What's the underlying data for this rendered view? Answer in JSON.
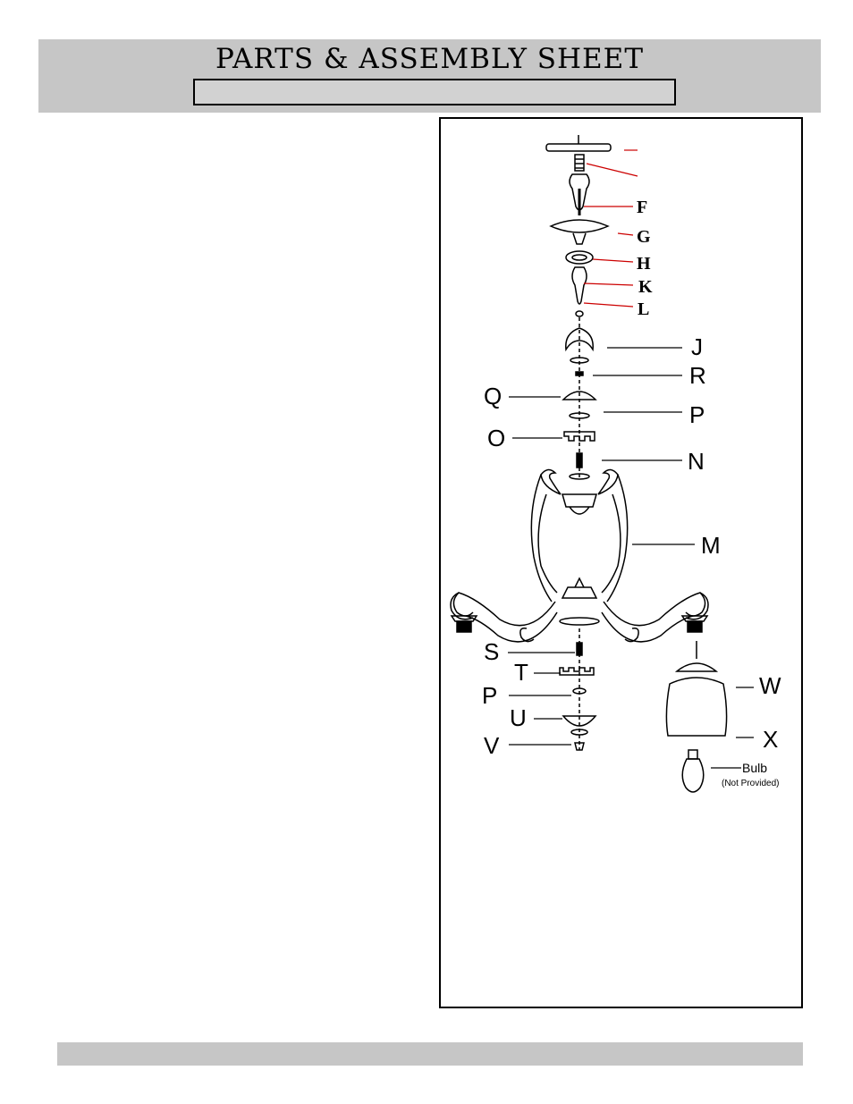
{
  "header": {
    "title": "PARTS & ASSEMBLY SHEET"
  },
  "diagram": {
    "part_labels": {
      "F": "F",
      "G": "G",
      "H": "H",
      "K": "K",
      "L": "L",
      "J": "J",
      "R": "R",
      "Q": "Q",
      "P_upper": "P",
      "O": "O",
      "N": "N",
      "M": "M",
      "S": "S",
      "T": "T",
      "P_lower": "P",
      "U": "U",
      "V": "V",
      "W": "W",
      "X": "X"
    },
    "bulb_label": "Bulb",
    "bulb_note": "(Not Provided)"
  },
  "colors": {
    "band_gray": "#c6c6c6",
    "leader_red": "#cc0000",
    "ink": "#000000"
  }
}
